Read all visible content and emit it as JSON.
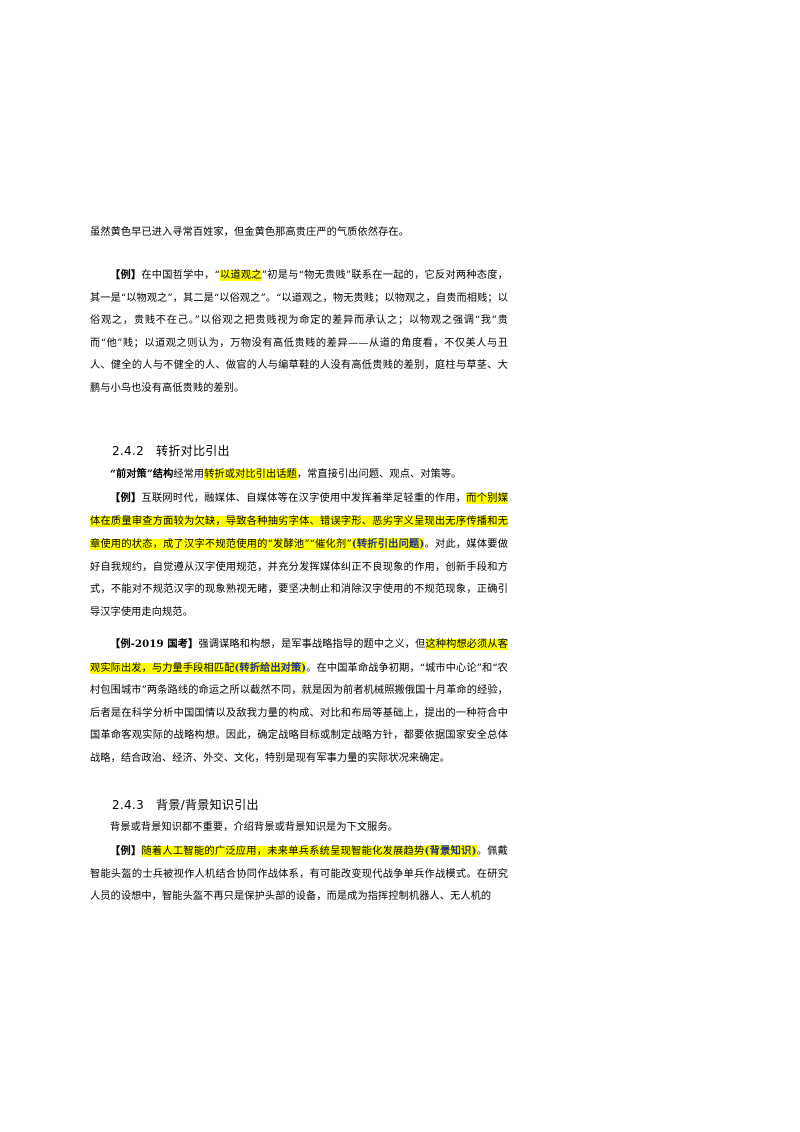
{
  "p_intro": "虽然黄色早已进入寻常百姓家，但金黄色那高贵庄严的气质依然存在。",
  "p1": {
    "tag": "【例】",
    "t1": "在中国哲学中，“",
    "hl1": "以道观之",
    "t2": "”初是与“物无贵贱”联系在一起的，它反对两种态度，其一是“以物观之”，其二是“以俗观之”。“以道观之，物无贵贱；以物观之，自贵而相贱；以俗观之，贵贱不在己。”以俗观之把贵贱视为命定的差异而承认之；以物观之强调“我”贵而“他”贱；以道观之则认为，万物没有高低贵贱的差异——从道的角度看，不仅美人与丑人、健全的人与不健全的人、做官的人与编草鞋的人没有高低贵贱的差别，庭柱与草茎、大鹏与小鸟也没有高低贵贱的差别。"
  },
  "sec242": {
    "num": "2.4.2",
    "title": "转折对比引出"
  },
  "p2": {
    "b1": "“前对策”结构",
    "t1": "经常用",
    "hl1": "转折或对比引出话题",
    "t2": "，常直接引出问题、观点、对策等。"
  },
  "p3": {
    "tag": "【例】",
    "t1": "互联网时代，融媒体、自媒体等在汉字使用中发挥着举足轻重的作用，",
    "hl1": "而个别媒体在质量审查方面较为欠缺，导致各种抽劣字体、错误字形、恶劣字义呈现出无序传播和无章使用的状态，成了汉字不规范使用的“发酵池”“催化剂”",
    "hl2": "(转折引出问题)",
    "t2": "。对此，媒体要做好自我规约，自觉遵从汉字使用规范，并充分发挥媒体纠正不良现象的作用，创新手段和方式，不能对不规范汉字的现象熟视无睹，要坚决制止和消除汉字使用的不规范现象，正确引导汉字使用走向规范。"
  },
  "p4": {
    "tag": "【例-2019 国考】",
    "t1": "强调谋略和构想，是军事战略指导的题中之义，但",
    "hl1": "这种构想必须从客观实际出发，与力量手段相匹配",
    "hl2": "(转折给出对策)",
    "t2": "。在中国革命战争初期，“城市中心论”和“农村包围城市”两条路线的命运之所以截然不同，就是因为前者机械照搬俄国十月革命的经验，后者是在科学分析中国国情以及敌我力量的构成、对比和布局等基础上，提出的一种符合中国革命客观实际的战略构想。因此，确定战略目标或制定战略方针，都要依据国家安全总体战略，结合政治、经济、外交、文化，特别是现有军事力量的实际状况来确定。"
  },
  "sec243": {
    "num": "2.4.3",
    "title": "背景/背景知识引出"
  },
  "p5": "背景或背景知识都不重要，介绍背景或背景知识是为下文服务。",
  "p6": {
    "tag": "【例】",
    "hl1": "随着人工智能的广泛应用，未来单兵系统呈现智能化发展趋势",
    "hl2": "(背景知识)",
    "t1": "。佩戴智能头盔的士兵被视作人机结合协同作战体系，有可能改变现代战争单兵作战模式。在研究人员的设想中，智能头盔不再只是保护头部的设备，而是成为指挥控制机器人、无人机的"
  }
}
